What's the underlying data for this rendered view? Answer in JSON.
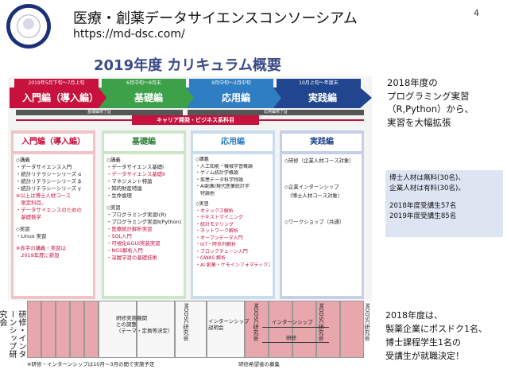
{
  "header": {
    "title": "医療・創薬データサイエンスコンソーシアム",
    "url": "https://md-dsc.com/",
    "page_number": "4"
  },
  "curriculum": {
    "title": "2019年度 カリキュラム概要",
    "stages": [
      {
        "period": "2019年5月下旬～7月上旬",
        "name": "入門編（導入編）",
        "color": "#c6123d"
      },
      {
        "period": "6月中旬～9月末",
        "name": "基礎編",
        "color": "#3da14a"
      },
      {
        "period": "9月中旬～2月中旬",
        "name": "応用編",
        "color": "#2f7dc2"
      },
      {
        "period": "10月上旬～年度末",
        "name": "実践編",
        "color": "#21468f"
      }
    ],
    "bars": [
      "基礎編修了証",
      "応用編修了証"
    ],
    "career": "キャリア開発・ビジネス系科目",
    "columns": [
      {
        "title": "入門編（導入編）",
        "head_color": "#c6123d",
        "bg": "#f1c2c6",
        "lines": [
          "◇講義",
          "・データサイエンス入門",
          "・統計リテラシーシリーズ α",
          "・統計リテラシーシリーズ β",
          "・統計リテラシーシリーズ γ",
          "※以上は博士人材コース",
          "　限定科目。",
          "・データサイエンスのための",
          "　基礎数学",
          "",
          "◇実習",
          "・Linux 実習",
          "",
          "※赤字の講義・実習は",
          "　2019年度に新設"
        ]
      },
      {
        "title": "基礎編",
        "head_color": "#3da14a",
        "bg": "#cde6c6",
        "lines": [
          "◇講義",
          "・データサイエンス基礎Ⅰ",
          "・データサイエンス基礎Ⅱ",
          "・マネジメント特論",
          "・知的財産特論",
          "・生命倫理",
          "",
          "◇実習",
          "・プログラミング実習Ⅰ(R)",
          "・プログラミング実習Ⅱ(Python)",
          "・医療統計解析実習",
          "・SQL入門",
          "・可視化&GUI実装実習",
          "・NGS解析入門",
          "・深層学習の基礎技術"
        ]
      },
      {
        "title": "応用編",
        "head_color": "#2f7dc2",
        "bg": "#c9dcef",
        "lines": [
          "◇講義",
          "・人工知能・機械学習概論",
          "・ゲノム統計学概論",
          "・疾患データ科学特論",
          "・AI創薬/現代医薬統計学",
          "　特論他",
          "",
          "◇実習",
          "・オミックス解析",
          "・テキストマイニング",
          "・統計モデリング",
          "・ネットワーク解析",
          "・オープンデータ入門",
          "・IoT・時系列解析",
          "・ブロックチェーン入門",
          "・GWAS 解析",
          "・AI 創薬・ケモインフォマティクス入門"
        ]
      },
      {
        "title": "実践編",
        "head_color": "#21468f",
        "bg": "#c5cfe6",
        "lines": [
          "◇研修（企業人材コース対象）",
          "",
          "",
          "◇企業インターンシップ",
          "　（博士人材コース対象）",
          "",
          "",
          "◇ワークショップ（共通）"
        ]
      }
    ]
  },
  "notes": {
    "note1": [
      "2018年度の",
      "プログラミング実習",
      "（R,Python）から、",
      "実習を大幅拡張"
    ],
    "box": [
      "博士人材は無料(30名)、",
      "企業人材は有料(30名)。",
      "",
      "2018年度受講生57名",
      "2019年度受講生85名"
    ],
    "note3": [
      "2018年度は、",
      "製薬企業にポスドク1名、",
      "博士課程学生1名の",
      "受講生が就職決定！"
    ]
  },
  "timeline": {
    "label": "研修・インターンシップ研究会",
    "items": {
      "matching": "研修実施機関\nとの調整\n（テーマ・定員等決定）",
      "intern_briefing": "インターンシップ\n説明会",
      "intern": "インターンシップ",
      "training": "研修",
      "recruit": "研修希望者の募集",
      "md_a": "MDDSC研究会",
      "md_b": "MDDSC研究会",
      "md_c": "MDDSC研究会",
      "md_d": "MDDSC研究会",
      "footnote": "※研修・インターンシップは10月～3月の間で実施予定"
    }
  }
}
